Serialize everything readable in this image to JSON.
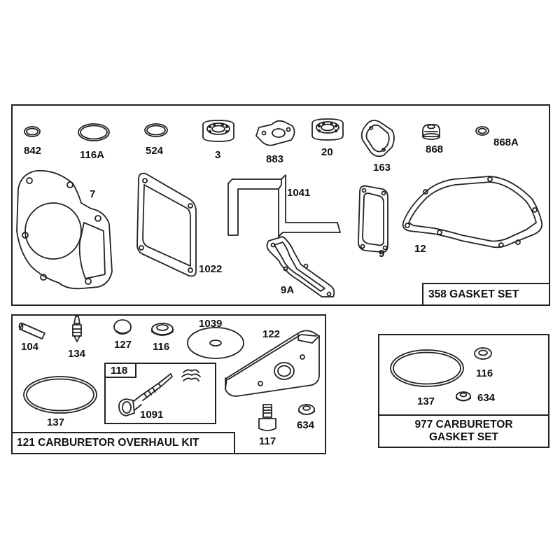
{
  "panels": {
    "gasket_set": {
      "title": "358 GASKET SET"
    },
    "overhaul_kit": {
      "title": "121 CARBURETOR OVERHAUL KIT",
      "sub_kit_label": "118"
    },
    "carb_gasket_set": {
      "title_line1": "977 CARBURETOR",
      "title_line2": "GASKET SET"
    }
  },
  "parts": {
    "p842": "842",
    "p116a": "116A",
    "p524": "524",
    "p3": "3",
    "p883": "883",
    "p20": "20",
    "p163": "163",
    "p868": "868",
    "p868a": "868A",
    "p7": "7",
    "p1022": "1022",
    "p1041": "1041",
    "p9": "9",
    "p12": "12",
    "p9a": "9A",
    "k104": "104",
    "k134": "134",
    "k127": "127",
    "k116": "116",
    "k1039": "1039",
    "k122": "122",
    "k137": "137",
    "k1091": "1091",
    "k117": "117",
    "k634": "634",
    "c116": "116",
    "c137": "137",
    "c634": "634"
  },
  "colors": {
    "line": "#222222",
    "background": "#ffffff"
  }
}
